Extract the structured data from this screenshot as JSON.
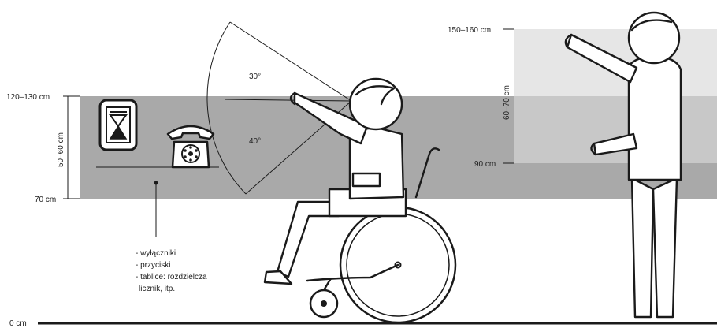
{
  "labels": {
    "h_120_130": "120–130 cm",
    "h_50_60": "50–60 cm",
    "h_70": "70 cm",
    "h_0": "0 cm",
    "h_150_160": "150–160 cm",
    "h_60_70": "60–70 cm",
    "h_90": "90 cm",
    "angle_30": "30°",
    "angle_40": "40°"
  },
  "list": {
    "item1": "- wyłączniki",
    "item2": "- przyciski",
    "item3": "- tablice: rozdzielcza",
    "item4": "licznik, itp."
  },
  "colors": {
    "zone_dark": "#a9a9a9",
    "zone_light": "#e6e6e6",
    "ink": "#1a1a1a"
  }
}
